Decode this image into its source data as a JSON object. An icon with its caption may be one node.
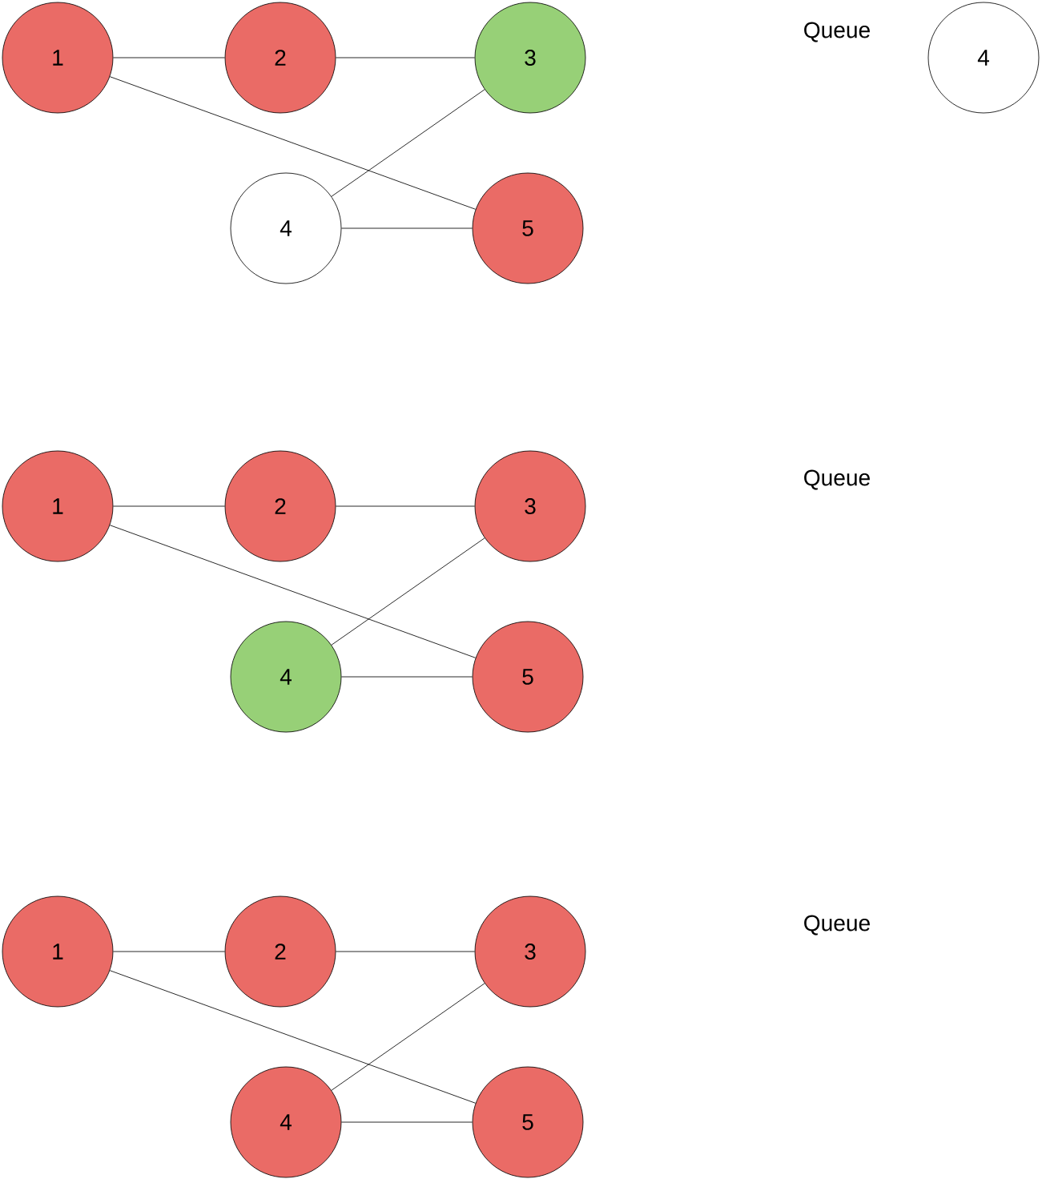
{
  "diagram": {
    "nodes": [
      {
        "text": [
          "1"
        ]
      },
      {
        "text": [
          "2"
        ]
      },
      {
        "text": [
          "3"
        ]
      },
      {
        "text": [
          "4"
        ]
      },
      {
        "text": [
          "5"
        ]
      },
      {
        "text": [
          "4"
        ]
      },
      {
        "text": [
          "1"
        ]
      },
      {
        "text": [
          "2"
        ]
      },
      {
        "text": [
          "3"
        ]
      },
      {
        "text": [
          "4"
        ]
      },
      {
        "text": [
          "5"
        ]
      },
      {
        "text": [
          "1"
        ]
      },
      {
        "text": [
          "2"
        ]
      },
      {
        "text": [
          "3"
        ]
      },
      {
        "text": [
          "4"
        ]
      },
      {
        "text": [
          "5"
        ]
      }
    ],
    "edges": [
      {
        "from": 0,
        "to": 1,
        "arrow": "none"
      },
      {
        "from": 1,
        "to": 2,
        "arrow": "none"
      },
      {
        "from": 0,
        "to": 4,
        "arrow": "none"
      },
      {
        "from": 2,
        "to": 3,
        "arrow": "none"
      },
      {
        "from": 3,
        "to": 4,
        "arrow": "none"
      },
      {
        "from": 6,
        "to": 7,
        "arrow": "none"
      },
      {
        "from": 7,
        "to": 8,
        "arrow": "none"
      },
      {
        "from": 6,
        "to": 10,
        "arrow": "none"
      },
      {
        "from": 8,
        "to": 9,
        "arrow": "none"
      },
      {
        "from": 9,
        "to": 10,
        "arrow": "none"
      },
      {
        "from": 11,
        "to": 12,
        "arrow": "none"
      },
      {
        "from": 12,
        "to": 13,
        "arrow": "none"
      },
      {
        "from": 11,
        "to": 15,
        "arrow": "none"
      },
      {
        "from": 13,
        "to": 14,
        "arrow": "none"
      },
      {
        "from": 14,
        "to": 15,
        "arrow": "none"
      }
    ],
    "labels": [
      "Queue",
      "Queue",
      "Queue"
    ]
  }
}
